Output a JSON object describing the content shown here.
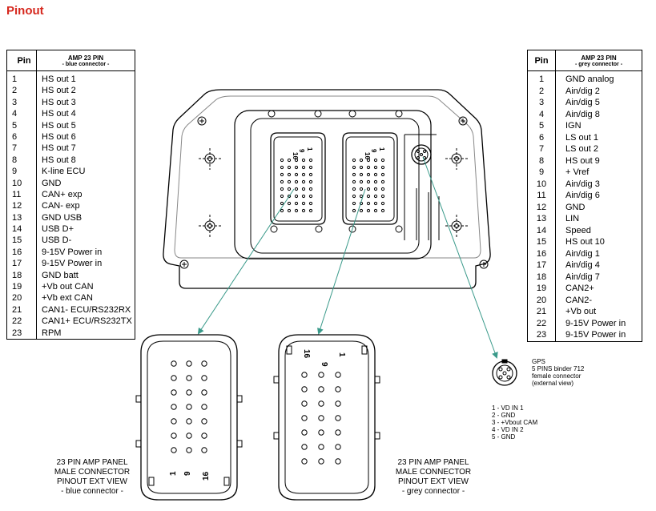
{
  "title": "Pinout",
  "blue_table": {
    "pin_header": "Pin",
    "conn_header": "AMP 23 PIN",
    "conn_sub": "- blue connector -",
    "pins": [
      "1",
      "2",
      "3",
      "4",
      "5",
      "6",
      "7",
      "8",
      "9",
      "10",
      "11",
      "12",
      "13",
      "14",
      "15",
      "16",
      "17",
      "18",
      "19",
      "20",
      "21",
      "22",
      "23"
    ],
    "labels": [
      "HS out 1",
      "HS out 2",
      "HS out 3",
      "HS out 4",
      "HS out 5",
      "HS out 6",
      "HS out 7",
      "HS out 8",
      "K-line ECU",
      "GND",
      "CAN+ exp",
      "CAN- exp",
      "GND USB",
      "USB D+",
      "USB D-",
      "9-15V Power in",
      "9-15V Power in",
      "GND batt",
      "+Vb out CAN",
      "+Vb ext CAN",
      "CAN1- ECU/RS232RX",
      "CAN1+ ECU/RS232TX",
      "RPM"
    ]
  },
  "grey_table": {
    "pin_header": "Pin",
    "conn_header": "AMP 23 PIN",
    "conn_sub": "- grey connector -",
    "pins": [
      "1",
      "2",
      "3",
      "4",
      "5",
      "6",
      "7",
      "8",
      "9",
      "10",
      "11",
      "12",
      "13",
      "14",
      "15",
      "16",
      "17",
      "18",
      "19",
      "20",
      "21",
      "22",
      "23"
    ],
    "labels": [
      "GND analog",
      "Ain/dig 2",
      "Ain/dig 5",
      "Ain/dig 8",
      "IGN",
      "LS out 1",
      "LS out 2",
      "HS out 9",
      "+ Vref",
      "Ain/dig 3",
      "Ain/dig 6",
      "GND",
      "LIN",
      "Speed",
      "HS out 10",
      "Ain/dig 1",
      "Ain/dig 4",
      "Ain/dig 7",
      "CAN2+",
      "CAN2-",
      "+Vb out",
      "9-15V Power in",
      "9-15V Power in"
    ]
  },
  "blue_caption": [
    "23 PIN AMP PANEL",
    "MALE CONNECTOR",
    "PINOUT EXT VIEW",
    "- blue connector -"
  ],
  "grey_caption": [
    "23 PIN AMP PANEL",
    "MALE CONNECTOR",
    "PINOUT EXT VIEW",
    "- grey connector -"
  ],
  "blue_markers": {
    "a": "1",
    "b": "9",
    "c": "16"
  },
  "grey_markers": {
    "a": "1",
    "b": "9",
    "c": "16"
  },
  "device_markers": {
    "a": "16",
    "b": "9",
    "c": "1"
  },
  "gps": {
    "title": "GPS",
    "lines": [
      "5 PINS binder 712",
      "female connector",
      "(external view)"
    ],
    "pins": [
      "1 - VD IN 1",
      "2 - GND",
      "3 - +Vbout CAM",
      "4 - VD IN 2",
      "5 - GND"
    ]
  },
  "colors": {
    "title": "#d6281e",
    "arrow": "#3a9a8a",
    "line": "#000000"
  }
}
